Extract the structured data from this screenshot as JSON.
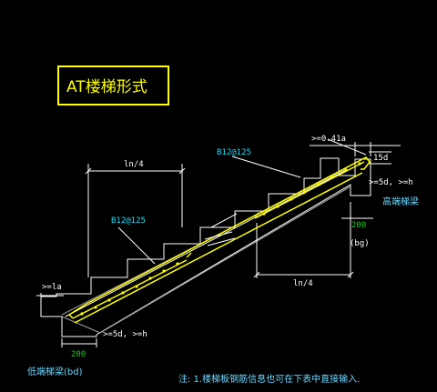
{
  "title": "AT楼梯形式",
  "labels": {
    "ln4_top": "ln/4",
    "ln4_bottom": "ln/4",
    "rebar_upper": "B12@125",
    "rebar_lower": "B12@125",
    "anchor_041la": ">=0.41a",
    "anchor_15d": "15d",
    "anchor_5d_right": ">=5d, >=h",
    "anchor_5d_left": ">=5d, >=h",
    "anchor_la": ">=la",
    "high_beam": "高端梯梁",
    "low_beam": "低端梯梁(bd)",
    "dim_200_right": "200",
    "dim_200_left": "200",
    "bg": "(bg)",
    "note": "注: 1.楼梯板钢筋信息也可在下表中直接输入."
  },
  "colors": {
    "background": "#000000",
    "structure": "#ffffff",
    "rebar": "#ffff00",
    "label_cyan": "#19e0ff",
    "dimension_green": "#1fd51f",
    "title_border": "#ffff00"
  }
}
